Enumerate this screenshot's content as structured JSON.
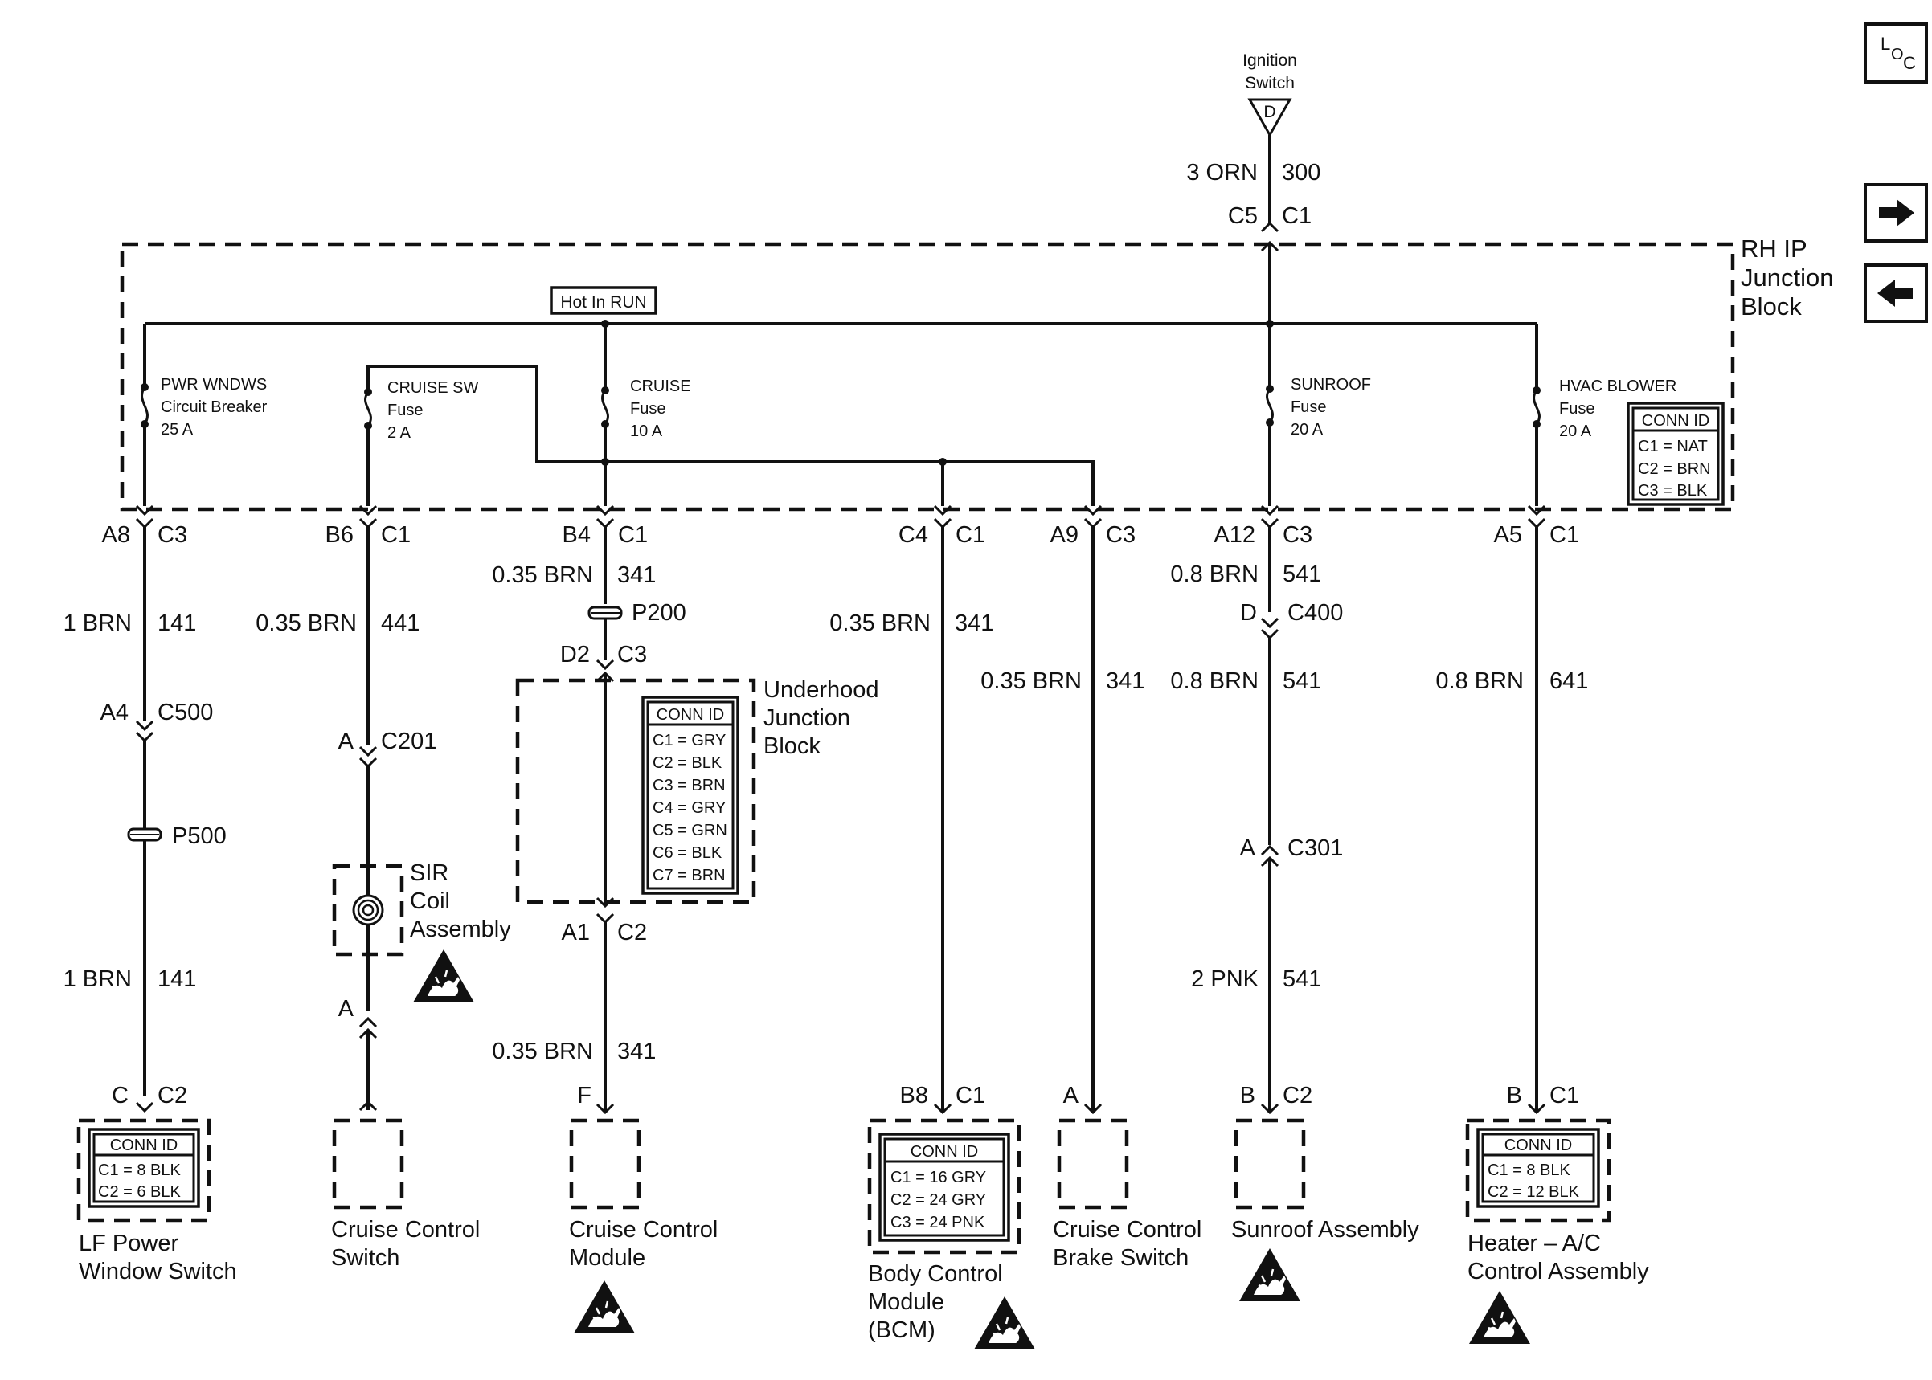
{
  "ignition": {
    "line1": "Ignition",
    "line2": "Switch",
    "terminal": "D"
  },
  "top_wire": {
    "gauge": "3 ORN",
    "circuit": "300",
    "pin": "C5",
    "conn": "C1"
  },
  "rh_ip_block": {
    "line1": "RH IP",
    "line2": "Junction",
    "line3": "Block"
  },
  "hot_in_run": "Hot In RUN",
  "devices": {
    "pwr_wndws": {
      "name": "PWR WNDWS",
      "type": "Circuit Breaker",
      "rating": "25 A"
    },
    "cruise_sw": {
      "name": "CRUISE SW",
      "type": "Fuse",
      "rating": "2 A"
    },
    "cruise": {
      "name": "CRUISE",
      "type": "Fuse",
      "rating": "10 A"
    },
    "sunroof": {
      "name": "SUNROOF",
      "type": "Fuse",
      "rating": "20 A"
    },
    "hvac": {
      "name": "HVAC BLOWER",
      "type": "Fuse",
      "rating": "20 A"
    }
  },
  "rh_conn_id": {
    "title": "CONN ID",
    "c1": "C1 = NAT",
    "c2": "C2 = BRN",
    "c3": "C3 = BLK"
  },
  "pins": {
    "a8": "A8",
    "a8c": "C3",
    "b6": "B6",
    "b6c": "C1",
    "b4": "B4",
    "b4c": "C1",
    "c4": "C4",
    "c4c": "C1",
    "a9": "A9",
    "a9c": "C3",
    "a12": "A12",
    "a12c": "C3",
    "a5": "A5",
    "a5c": "C1"
  },
  "circuit1": {
    "gauge1": "1 BRN",
    "num1": "141",
    "conn_pin": "A4",
    "conn": "C500",
    "splice": "P500",
    "gauge2": "1 BRN",
    "num2": "141",
    "end_pin": "C",
    "end_conn": "C2",
    "conn_id": {
      "title": "CONN ID",
      "c1": "C1 = 8 BLK",
      "c2": "C2 = 6 BLK"
    },
    "name1": "LF Power",
    "name2": "Window Switch"
  },
  "circuit2": {
    "gauge": "0.35 BRN",
    "num": "441",
    "conn_pin": "A",
    "conn": "C201",
    "sir1": "SIR",
    "sir2": "Coil",
    "sir3": "Assembly",
    "pin_a": "A",
    "name1": "Cruise Control",
    "name2": "Switch"
  },
  "circuit3": {
    "gauge1": "0.35 BRN",
    "num1": "341",
    "splice": "P200",
    "d2": "D2",
    "c3": "C3",
    "uhjb1": "Underhood",
    "uhjb2": "Junction",
    "uhjb3": "Block",
    "conn_id": {
      "title": "CONN ID",
      "c1": "C1 = GRY",
      "c2": "C2 = BLK",
      "c3": "C3 = BRN",
      "c4": "C4 = GRY",
      "c5": "C5 = GRN",
      "c6": "C6 = BLK",
      "c7": "C7 = BRN"
    },
    "a1": "A1",
    "c2": "C2",
    "gauge2": "0.35 BRN",
    "num2": "341",
    "end_pin": "F",
    "name1": "Cruise Control",
    "name2": "Module"
  },
  "circuit4": {
    "gauge": "0.35 BRN",
    "num": "341",
    "end_pin": "B8",
    "end_conn": "C1",
    "conn_id": {
      "title": "CONN ID",
      "c1": "C1 = 16 GRY",
      "c2": "C2 = 24 GRY",
      "c3": "C3 = 24 PNK"
    },
    "name1": "Body Control",
    "name2": "Module",
    "name3": "(BCM)"
  },
  "circuit5": {
    "gauge": "0.35 BRN",
    "num": "341",
    "end_pin": "A",
    "name1": "Cruise Control",
    "name2": "Brake Switch"
  },
  "circuit6": {
    "gauge1": "0.8 BRN",
    "num1": "541",
    "d": "D",
    "c400": "C400",
    "gauge2": "0.8 BRN",
    "num2": "541",
    "a": "A",
    "c301": "C301",
    "gauge3": "2 PNK",
    "num3": "541",
    "end_pin": "B",
    "end_conn": "C2",
    "name1": "Sunroof Assembly"
  },
  "circuit7": {
    "gauge": "0.8 BRN",
    "num": "641",
    "end_pin": "B",
    "end_conn": "C1",
    "conn_id": {
      "title": "CONN ID",
      "c1": "C1 = 8 BLK",
      "c2": "C2 = 12 BLK"
    },
    "name1": "Heater – A/C",
    "name2": "Control Assembly"
  },
  "nav": {
    "loc_l": "L",
    "loc_o": "O",
    "loc_c": "C"
  }
}
